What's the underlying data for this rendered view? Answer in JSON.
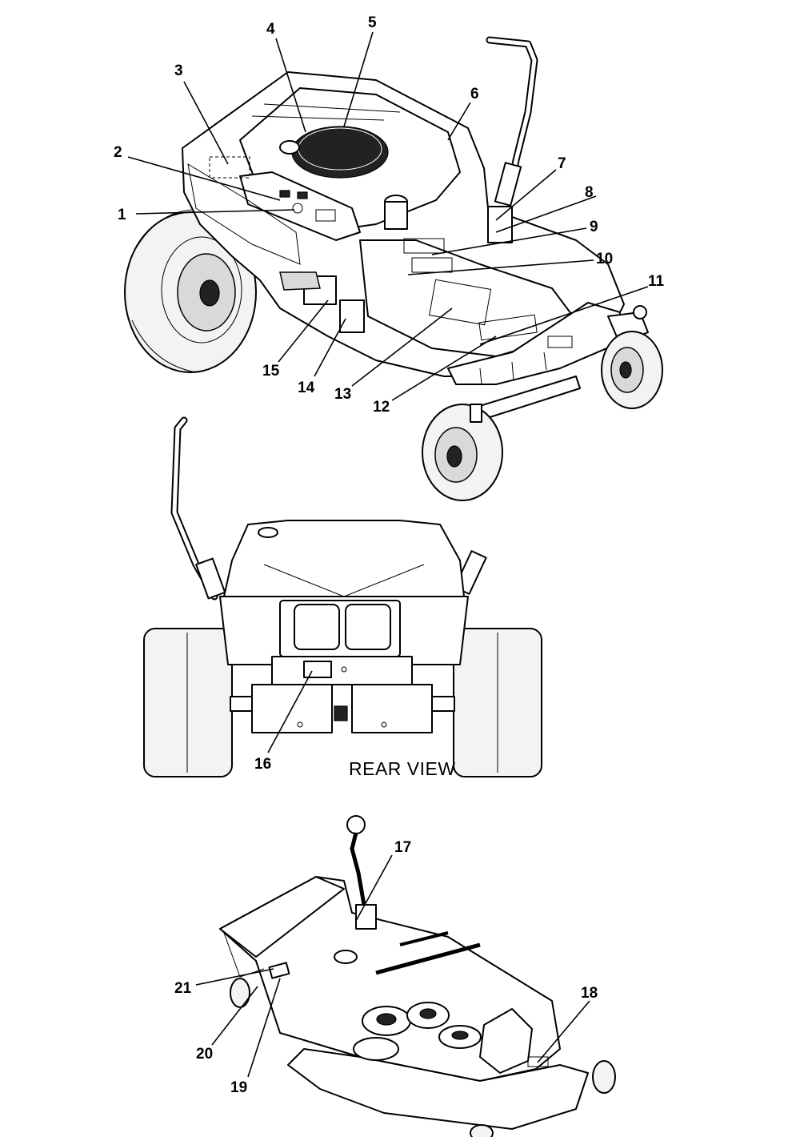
{
  "figure": {
    "view_label": "REAR VIEW",
    "callouts": [
      "1",
      "2",
      "3",
      "4",
      "5",
      "6",
      "7",
      "8",
      "9",
      "10",
      "11",
      "12",
      "13",
      "14",
      "15",
      "16",
      "17",
      "18",
      "19",
      "20",
      "21"
    ]
  }
}
